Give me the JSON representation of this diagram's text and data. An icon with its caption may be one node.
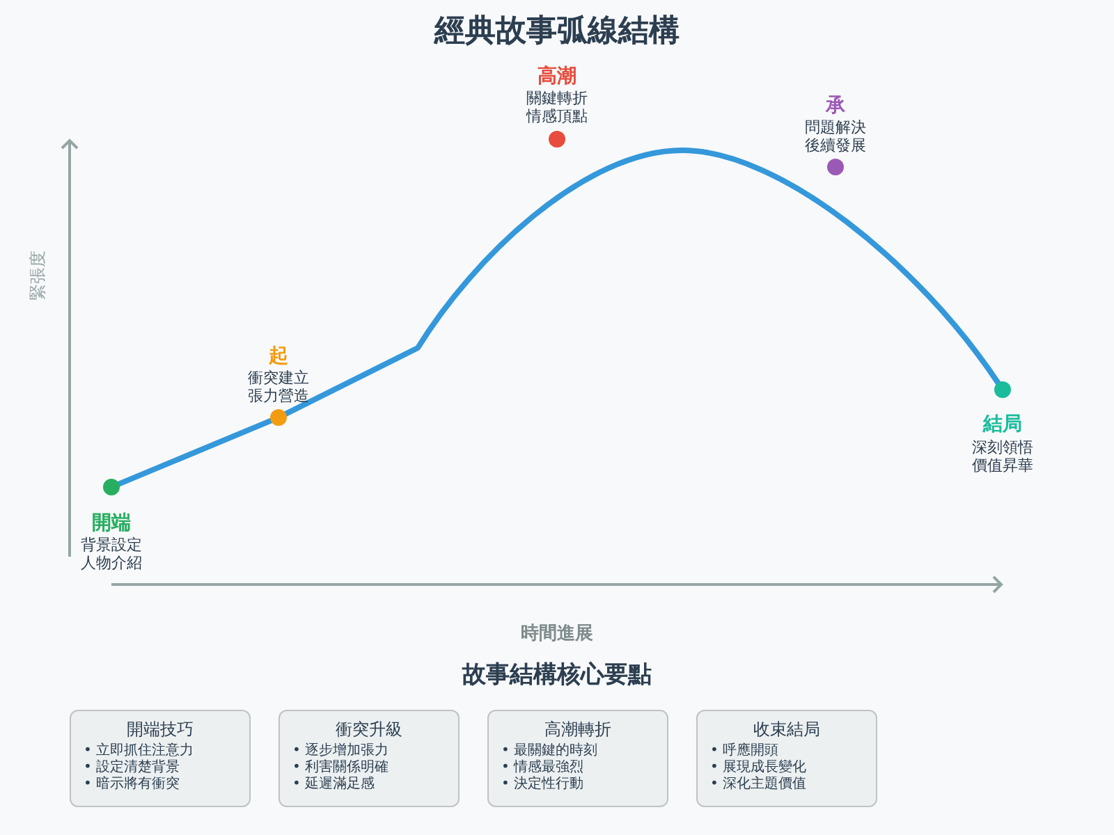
{
  "diagram": {
    "title": "經典故事弧線結構",
    "nodes": [
      {
        "text": [],
        "shape": "circle",
        "beside": [
          "開端",
          "背景設定",
          "人物介紹"
        ]
      },
      {
        "text": [],
        "shape": "circle",
        "beside": [
          "起",
          "衝突建立",
          "張力營造"
        ]
      },
      {
        "text": [],
        "shape": "circle",
        "beside": [
          "高潮",
          "關鍵轉折",
          "情感頂點"
        ]
      },
      {
        "text": [],
        "shape": "circle",
        "beside": [
          "承",
          "問題解決",
          "後續發展"
        ]
      },
      {
        "text": [],
        "shape": "circle",
        "beside": [
          "結局",
          "深刻領悟",
          "價值昇華"
        ]
      },
      {
        "text": [
          "開端技巧",
          "• 立即抓住注意力",
          "• 設定清楚背景",
          "• 暗示將有衝突"
        ]
      },
      {
        "text": [
          "衝突升級",
          "• 逐步增加張力",
          "• 利害關係明確",
          "• 延遲滿足感"
        ]
      },
      {
        "text": [
          "高潮轉折",
          "• 最關鍵的時刻",
          "• 情感最強烈",
          "• 決定性行動"
        ]
      },
      {
        "text": [
          "收束結局",
          "• 呼應開頭",
          "• 展現成長變化",
          "• 深化主題價值"
        ]
      }
    ],
    "edges": [
      {
        "from": 0,
        "to": 1,
        "arrow": "none"
      },
      {
        "from": 1,
        "to": 4,
        "arrow": "none"
      }
    ],
    "labels": [
      "緊張度",
      "時間進展",
      "故事結構核心要點"
    ]
  }
}
